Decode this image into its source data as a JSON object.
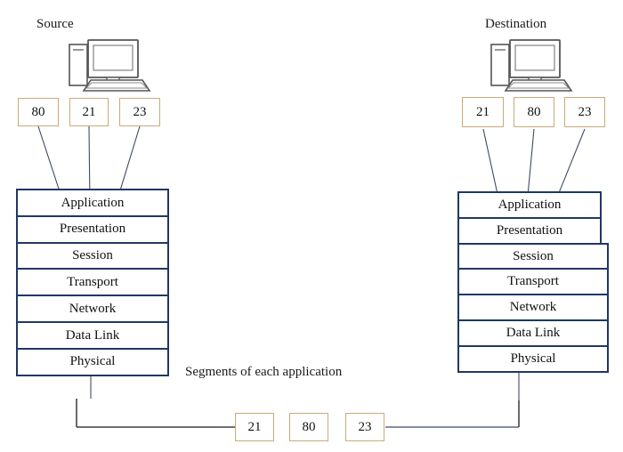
{
  "diagram": {
    "title_source": "Source",
    "title_destination": "Destination",
    "center_label": "Segments of each application",
    "colors": {
      "layer_border": "#1f3864",
      "port_border": "#c8ab79",
      "wire": "#3f4a63",
      "icon": "#555555",
      "background": "#ffffff"
    }
  },
  "source": {
    "host_icon": "desktop-computer-icon",
    "ports": [
      {
        "label": "80"
      },
      {
        "label": "21"
      },
      {
        "label": "23"
      }
    ],
    "layers": [
      {
        "label": "Application"
      },
      {
        "label": "Presentation"
      },
      {
        "label": "Session"
      },
      {
        "label": "Transport"
      },
      {
        "label": "Network"
      },
      {
        "label": "Data Link"
      },
      {
        "label": "Physical"
      }
    ]
  },
  "destination": {
    "host_icon": "desktop-computer-icon",
    "ports": [
      {
        "label": "21"
      },
      {
        "label": "80"
      },
      {
        "label": "23"
      }
    ],
    "layers": [
      {
        "label": "Application"
      },
      {
        "label": "Presentation"
      },
      {
        "label": "Session"
      },
      {
        "label": "Transport"
      },
      {
        "label": "Network"
      },
      {
        "label": "Data Link"
      },
      {
        "label": "Physical"
      }
    ]
  },
  "wire_segments": [
    {
      "label": "21"
    },
    {
      "label": "80"
    },
    {
      "label": "23"
    }
  ]
}
